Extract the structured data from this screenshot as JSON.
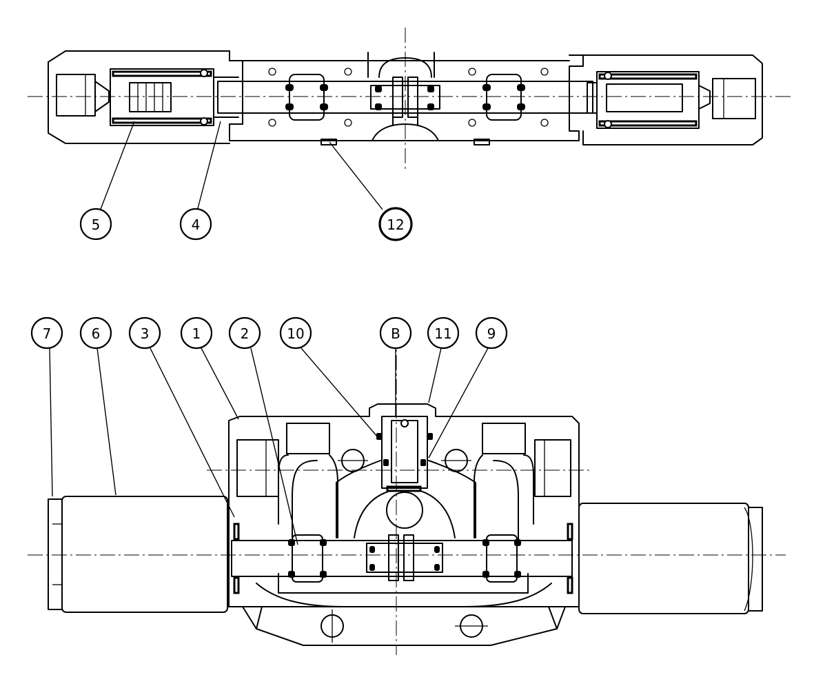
{
  "callouts": {
    "top_view": [
      {
        "label": "5"
      },
      {
        "label": "4"
      },
      {
        "label": "12"
      }
    ],
    "bottom_view": [
      {
        "label": "7"
      },
      {
        "label": "6"
      },
      {
        "label": "3"
      },
      {
        "label": "1"
      },
      {
        "label": "2"
      },
      {
        "label": "10"
      },
      {
        "label": "B"
      },
      {
        "label": "11"
      },
      {
        "label": "9"
      }
    ]
  }
}
